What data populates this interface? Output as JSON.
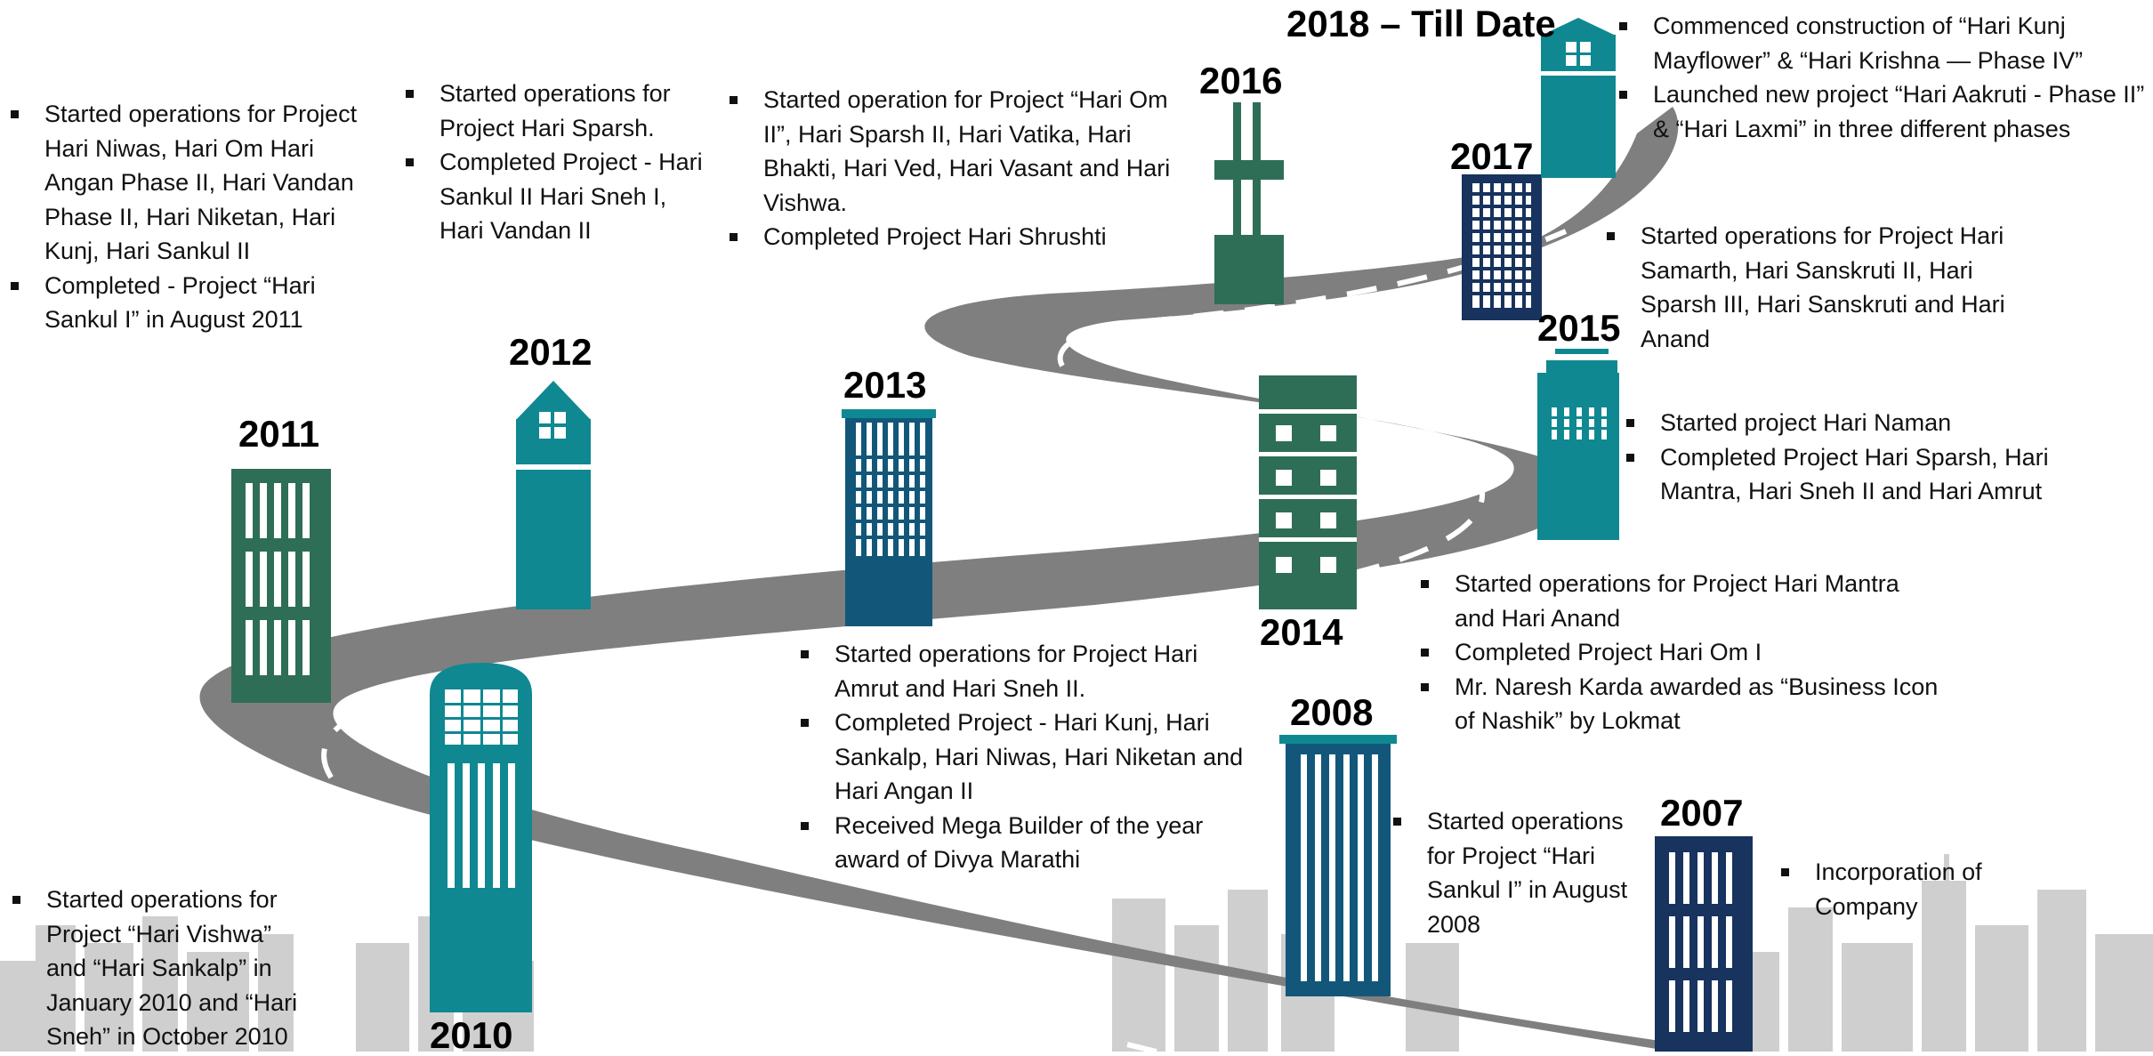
{
  "milestones": {
    "y2007": {
      "year": "2007",
      "items": [
        "Incorporation of Company"
      ]
    },
    "y2008": {
      "year": "2008",
      "items": [
        "Started operations for Project “Hari Sankul I” in August 2008"
      ]
    },
    "y2010": {
      "year": "2010",
      "items": [
        "Started operations for Project “Hari Vishwa” and “Hari Sankalp” in January 2010 and “Hari Sneh” in October 2010"
      ]
    },
    "y2011": {
      "year": "2011",
      "items": [
        "Started operations for Project Hari Niwas, Hari Om Hari Angan Phase II, Hari Vandan Phase II, Hari Niketan, Hari Kunj, Hari Sankul II",
        "Completed - Project “Hari Sankul I” in August 2011"
      ]
    },
    "y2012": {
      "year": "2012",
      "items": [
        "Started operations for Project Hari Sparsh.",
        "Completed Project - Hari Sankul II Hari Sneh I, Hari Vandan II"
      ]
    },
    "y2013": {
      "year": "2013",
      "items": [
        "Started operations for Project Hari Amrut and Hari Sneh II.",
        "Completed Project - Hari Kunj, Hari Sankalp, Hari Niwas, Hari Niketan and Hari Angan II",
        "Received Mega Builder of the year award of Divya Marathi"
      ]
    },
    "y2014": {
      "year": "2014",
      "items": [
        "Started operations for Project Hari Mantra and Hari Anand",
        "Completed Project Hari Om I",
        "Mr. Naresh Karda awarded as “Business Icon of Nashik” by Lokmat"
      ]
    },
    "y2015": {
      "year": "2015",
      "items": [
        "Started project Hari Naman",
        "Completed Project Hari Sparsh, Hari Mantra, Hari Sneh II and Hari Amrut"
      ]
    },
    "y2016": {
      "year": "2016",
      "items": [
        "Started operation for Project “Hari Om II”, Hari Sparsh II, Hari Vatika, Hari Bhakti, Hari Ved, Hari Vasant and Hari Vishwa.",
        "Completed Project Hari Shrushti"
      ]
    },
    "y2017": {
      "year": "2017",
      "items": [
        "Started operations for Project Hari Samarth, Hari Sanskruti II, Hari Sparsh III, Hari Sanskruti and Hari Anand"
      ]
    },
    "y2018": {
      "year": "2018 – Till Date",
      "items": [
        "Commenced construction of “Hari Kunj Mayflower” & “Hari Krishna — Phase IV”",
        "Launched new project “Hari Aakruti - Phase II” & “Hari Laxmi” in three different phases"
      ]
    }
  },
  "colors": {
    "road": "#7f7f7f",
    "road_dash": "#ffffff",
    "skyline": "#cfcfcf",
    "teal": "#0f8891",
    "green": "#2e6e57",
    "navy": "#17335e",
    "blue": "#12577a"
  }
}
